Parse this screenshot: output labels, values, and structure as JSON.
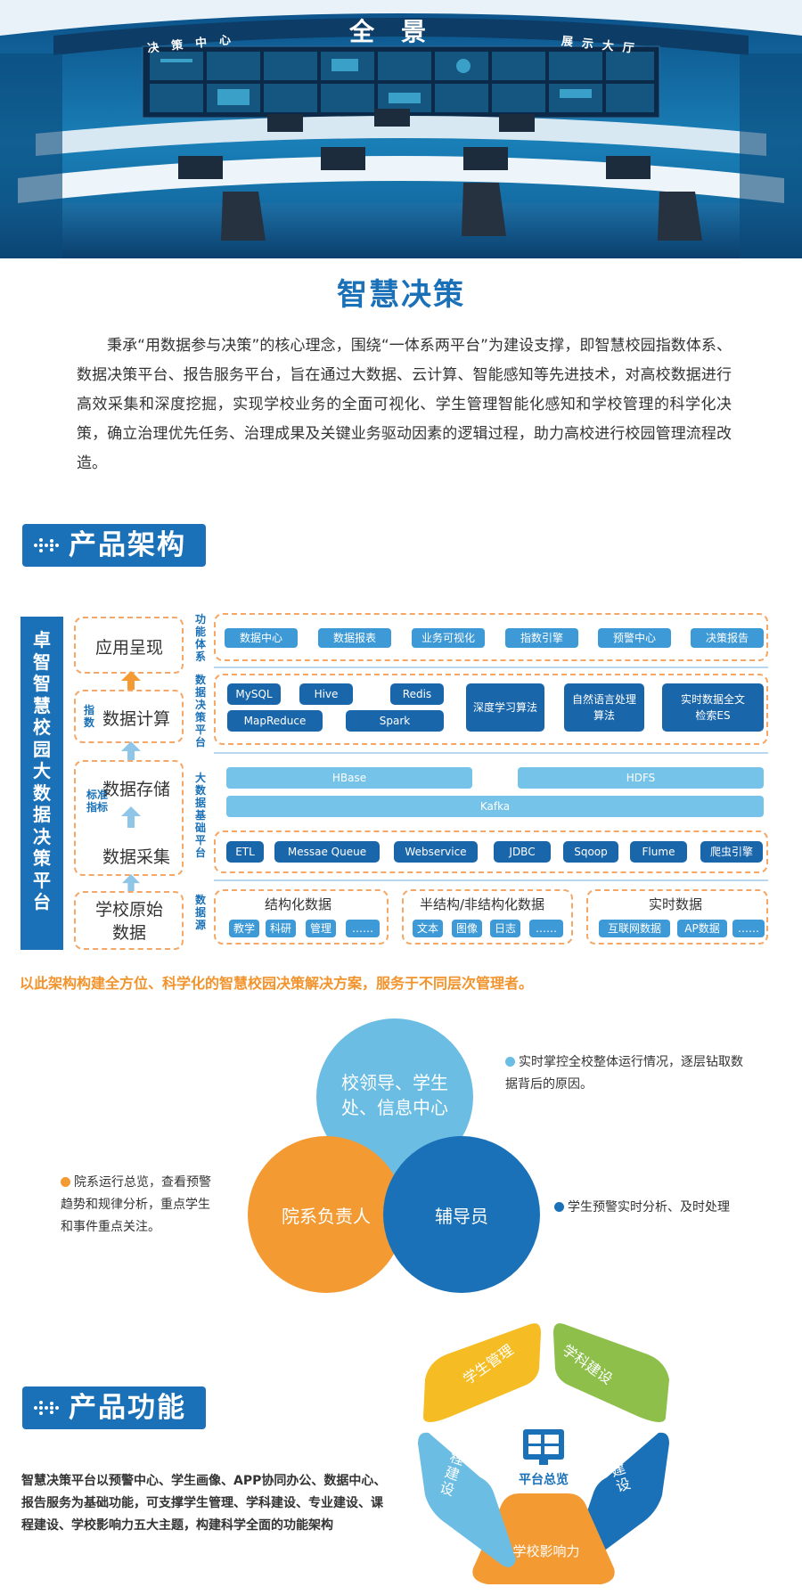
{
  "hero": {
    "banner_text": "决策中心全景展示大厅",
    "left_sign": "决策中心",
    "center_sign": "全景",
    "right_sign": "展示大厅"
  },
  "page": {
    "title": "智慧决策",
    "intro": "秉承“用数据参与决策”的核心理念，围绕“一体系两平台”为建设支撑，即智慧校园指数体系、数据决策平台、报告服务平台，旨在通过大数据、云计算、智能感知等先进技术，对高校数据进行高效采集和深度挖掘，实现学校业务的全面可视化、学生管理智能化感知和学校管理的科学化决策，确立治理优先任务、治理成果及关键业务驱动因素的逻辑过程，助力高校进行校园管理流程改造。"
  },
  "architecture": {
    "section_title": "产品架构",
    "platform_name": "卓智智慧校园大数据决策平台",
    "layers": {
      "app": "应用呈现",
      "compute": "数据计算",
      "compute_tag": "指数",
      "store": "数据存储",
      "collect": "数据采集",
      "std_tag": "标准指标",
      "source": "学校原始数据"
    },
    "row_labels": {
      "func": "功能体系",
      "decision": "数据决策平台",
      "bigdata": "大数据基础平台",
      "source": "数据源"
    },
    "func_items": [
      "数据中心",
      "数据报表",
      "业务可视化",
      "指数引擎",
      "预警中心",
      "决策报告"
    ],
    "decision_items": {
      "mysql": "MySQL",
      "hive": "Hive",
      "redis": "Redis",
      "mapreduce": "MapReduce",
      "spark": "Spark",
      "deep": "深度学习算法",
      "nlp": "自然语言处理算法",
      "es": "实时数据全文检索ES"
    },
    "store_items": {
      "hbase": "HBase",
      "hdfs": "HDFS",
      "kafka": "Kafka"
    },
    "collect_items": [
      "ETL",
      "Messae Queue",
      "Webservice",
      "JDBC",
      "Sqoop",
      "Flume",
      "爬虫引擎"
    ],
    "sources": [
      {
        "title": "结构化数据",
        "items": [
          "教学",
          "科研",
          "管理",
          "……"
        ]
      },
      {
        "title": "半结构/非结构化数据",
        "items": [
          "文本",
          "图像",
          "日志",
          "……"
        ]
      },
      {
        "title": "实时数据",
        "items": [
          "互联网数据",
          "AP数据",
          "……"
        ]
      }
    ],
    "note": "以此架构构建全方位、科学化的智慧校园决策解决方案，服务于不同层次管理者。"
  },
  "venn": {
    "top": "校领导、学生处、信息中心",
    "left": "院系负责人",
    "right": "辅导员",
    "note_top": "实时掌控全校整体运行情况，逐层钻取数据背后的原因。",
    "note_left": "院系运行总览，查看预警趋势和规律分析，重点学生和事件重点关注。",
    "note_right": "学生预警实时分析、及时处理",
    "colors": {
      "top": "#6bbde3",
      "left": "#f39a33",
      "right": "#1a71b8"
    }
  },
  "functions": {
    "section_title": "产品功能",
    "description": "智慧决策平台以预警中心、学生画像、APP协同办公、数据中心、报告服务为基础功能，可支撑学生管理、学科建设、专业建设、课程建设、学校影响力五大主题，构建科学全面的功能架构",
    "center": "平台总览",
    "petals": {
      "student": "学生管理",
      "discipline": "学科建设",
      "major": "专业建设",
      "influence": "学校影响力",
      "course": "课程建设"
    }
  }
}
